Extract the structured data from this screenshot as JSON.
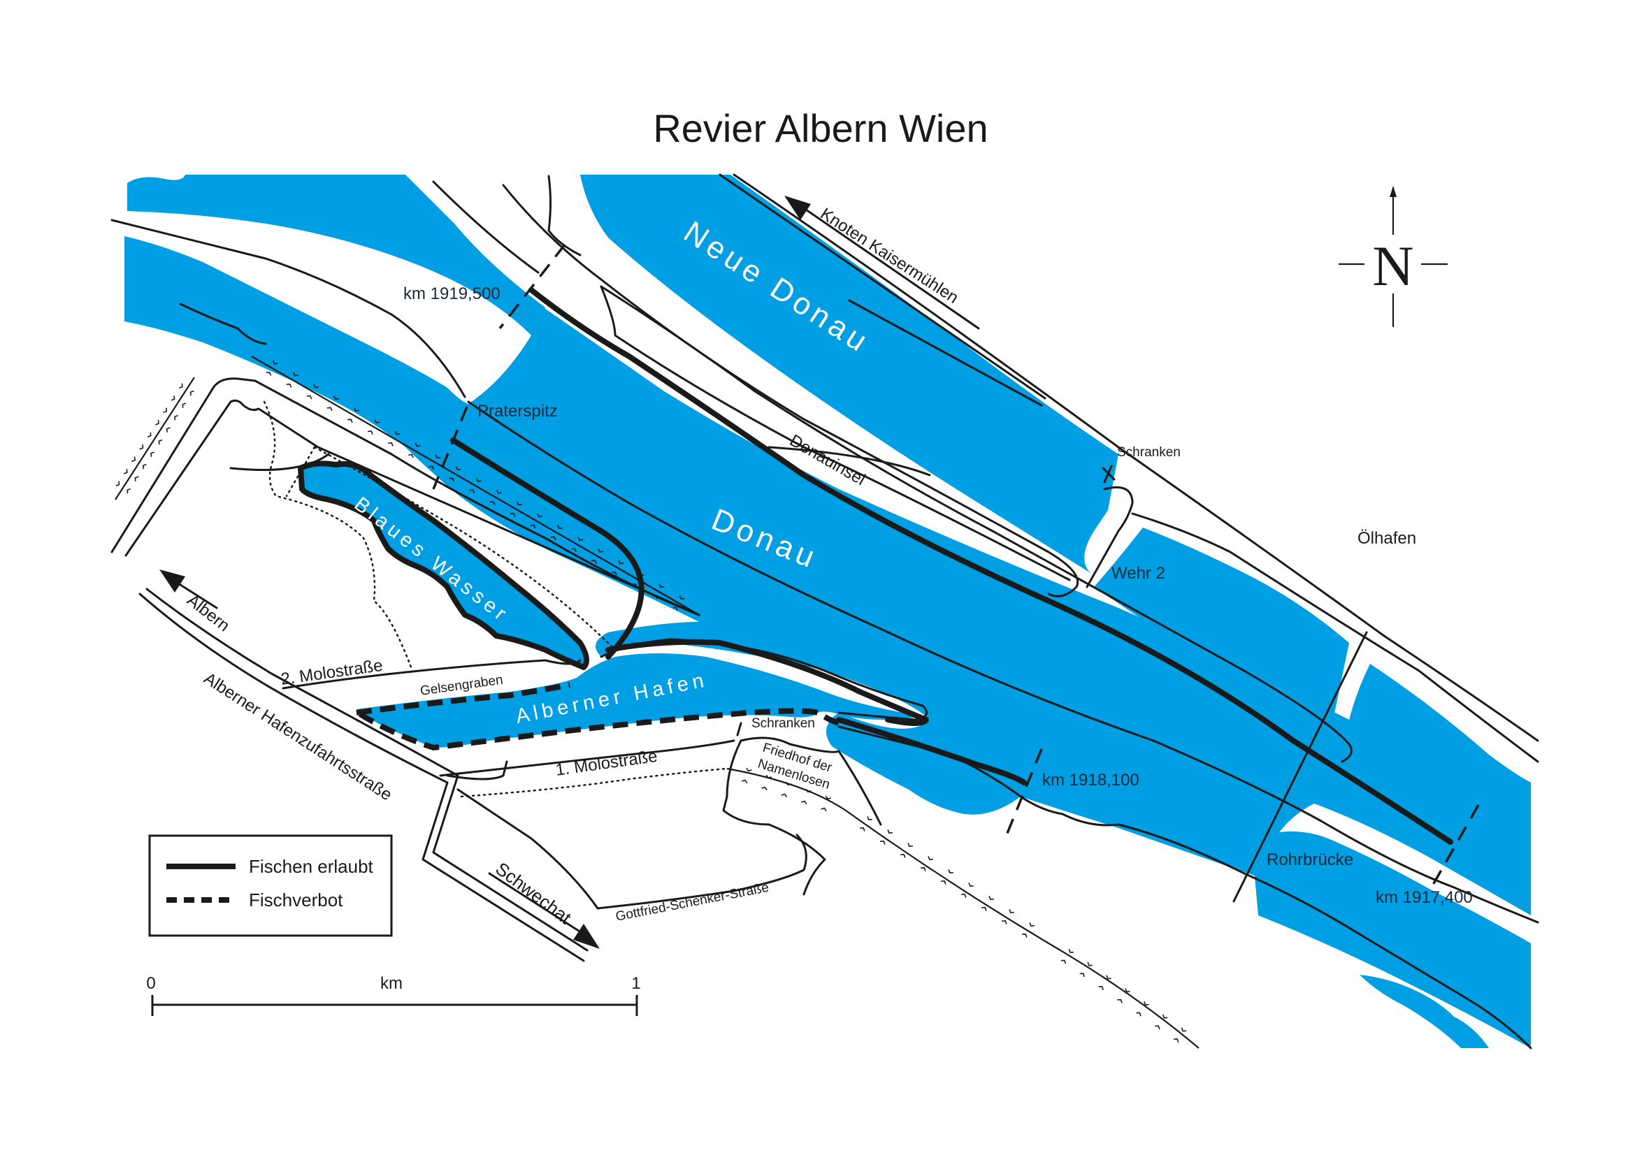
{
  "title": "Revier Albern Wien",
  "colors": {
    "water": "#009fe3",
    "ink": "#1a1a1a",
    "background": "#ffffff"
  },
  "compass": {
    "label": "N",
    "icon": "north-arrow-icon"
  },
  "water_bodies": {
    "donau": "Donau",
    "neue_donau": "Neue Donau",
    "blaues_wasser": "Blaues Wasser",
    "alberner_hafen": "Alberner Hafen"
  },
  "places": {
    "praterspitz": "Praterspitz",
    "donauinsel": "Donauinsel",
    "wehr_2": "Wehr 2",
    "oelhafen": "Ölhafen",
    "rohrbruecke": "Rohrbrücke",
    "friedhof_line1": "Friedhof der",
    "friedhof_line2": "Namenlosen",
    "gelsengraben": "Gelsengraben",
    "schranken_top": "Schranken",
    "schranken_harbor": "Schranken"
  },
  "roads": {
    "molostrasse_2": "2. Molostraße",
    "molostrasse_1": "1. Molostraße",
    "hafenzufahrt": "Alberner Hafenzufahrtsstraße",
    "gottfried_schenker": "Gottfried-Schenker-Straße"
  },
  "directions": {
    "knoten_kaisermuehlen": "Knoten Kaisermühlen",
    "albern": "Albern",
    "schwechat": "Schwechat"
  },
  "river_km_markers": [
    {
      "id": "km-1919500",
      "label": "km 1919,500"
    },
    {
      "id": "km-1918100",
      "label": "km 1918,100"
    },
    {
      "id": "km-1917400",
      "label": "km 1917,400"
    }
  ],
  "legend": {
    "items": [
      {
        "label": "Fischen erlaubt",
        "style": "solid"
      },
      {
        "label": "Fischverbot",
        "style": "dashed"
      }
    ]
  },
  "scale_bar": {
    "start_label": "0",
    "unit_label": "km",
    "end_label": "1",
    "length_km": 1
  }
}
